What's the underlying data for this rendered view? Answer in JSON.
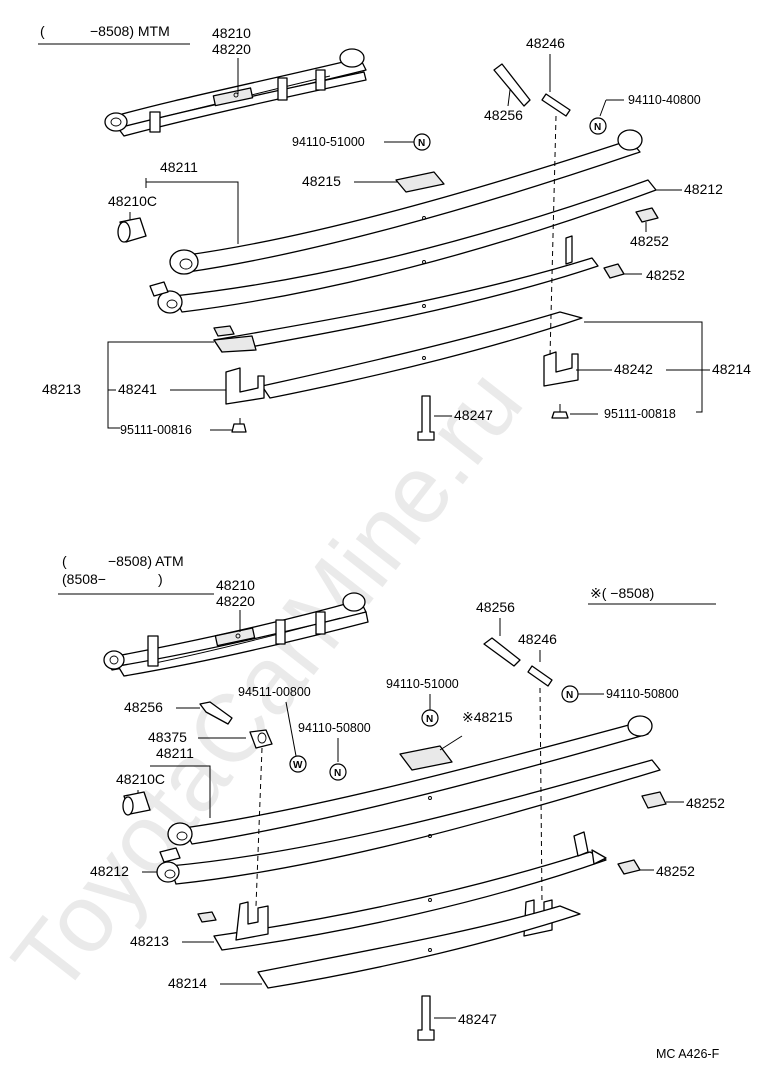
{
  "watermark": "ToyotaCarMine.ru",
  "footer_code": "MC  A426-F",
  "top": {
    "header_paren_open": "(",
    "header_rest": "−8508) MTM",
    "labels": {
      "p48210": "48210",
      "p48220": "48220",
      "p48246": "48246",
      "p48256": "48256",
      "p94110_40800": "94110-40800",
      "p94110_51000": "94110-51000",
      "p48211": "48211",
      "p48215": "48215",
      "p48212": "48212",
      "p48210C": "48210C",
      "p48252a": "48252",
      "p48252b": "48252",
      "p48213": "48213",
      "p48241": "48241",
      "p48242": "48242",
      "p48214": "48214",
      "p48247": "48247",
      "p95111_00816": "95111-00816",
      "p95111_00818": "95111-00818"
    }
  },
  "bottom": {
    "header_line1_open": "(",
    "header_line1_rest": "−8508) ATM",
    "header_line2_open": "(8508−",
    "header_line2_close": ")",
    "note_header": "※(       −8508)",
    "labels": {
      "p48210": "48210",
      "p48220": "48220",
      "p48256a": "48256",
      "p48246": "48246",
      "p94110_51000": "94110-51000",
      "p94110_50800a": "94110-50800",
      "p94511_00800": "94511-00800",
      "p48256b": "48256",
      "p48375": "48375",
      "p94110_50800b": "94110-50800",
      "p48215": "※48215",
      "p48211": "48211",
      "p48210C": "48210C",
      "p48252a": "48252",
      "p48212": "48212",
      "p48252b": "48252",
      "p48213": "48213",
      "p48214": "48214",
      "p48247": "48247"
    }
  },
  "circle_letters": {
    "n": "N",
    "w": "W"
  }
}
